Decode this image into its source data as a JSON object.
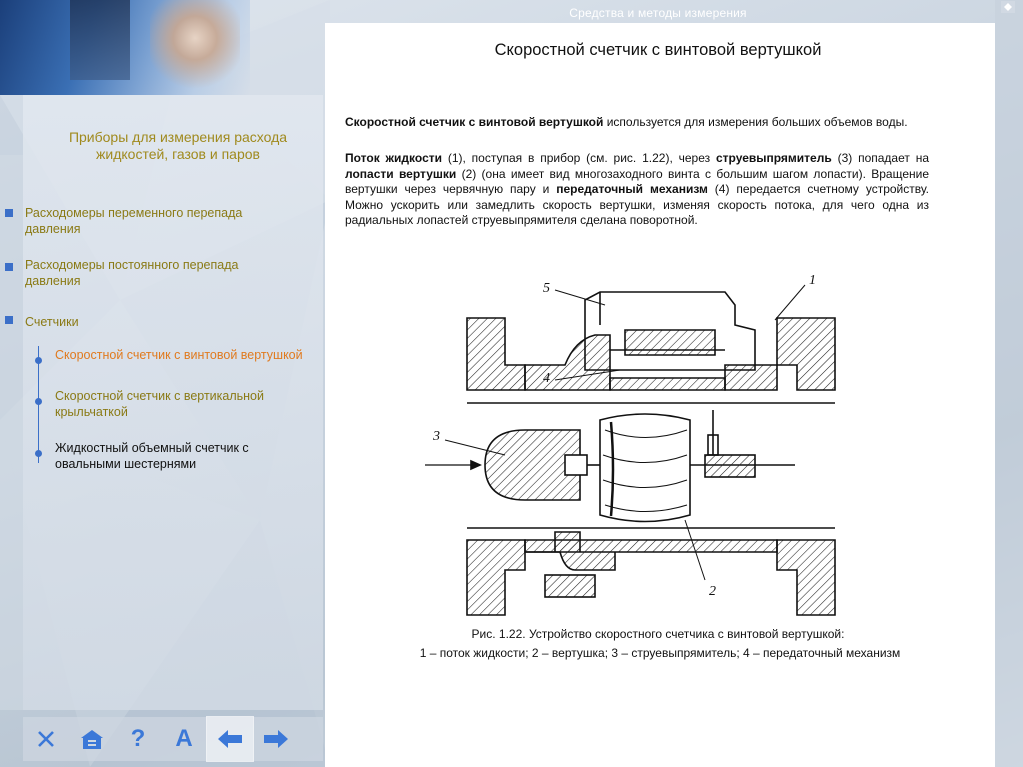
{
  "window": {
    "title": "Средства и методы измерения"
  },
  "sidebar": {
    "section_title": "Приборы для измерения расхода жидкостей, газов и паров",
    "items": [
      {
        "label": "Расходомеры переменного перепада давления"
      },
      {
        "label": "Расходомеры постоянного перепада давления"
      },
      {
        "label": "Счетчики"
      }
    ],
    "subitems": [
      {
        "label": "Скоростной счетчик с винтовой вертушкой",
        "state": "active",
        "color": "#e07a1f"
      },
      {
        "label": "Скоростной счетчик с вертикальной крыльчаткой",
        "color": "#8a7a15"
      },
      {
        "label": "Жидкостный объемный счетчик с овальными шестернями",
        "color": "#111111"
      }
    ],
    "accent_color": "#3b6fc8"
  },
  "toolbar": {
    "buttons": [
      {
        "icon": "close-x-icon"
      },
      {
        "icon": "home-icon"
      },
      {
        "icon": "question-icon",
        "glyph": "?"
      },
      {
        "icon": "font-a-icon",
        "glyph": "A"
      },
      {
        "icon": "arrow-left-icon",
        "state": "active"
      },
      {
        "icon": "arrow-right-icon"
      }
    ]
  },
  "content": {
    "heading": "Скоростной счетчик с винтовой вертушкой",
    "paragraph1": {
      "bold": "Скоростной счетчик с винтовой вертушкой",
      "text": " используется для измерения больших объемов воды."
    },
    "paragraph2": {
      "b1": "Поток жидкости",
      "t1": " (1), поступая в прибор (см. рис. 1.22), через ",
      "b2": "струевыпрямитель",
      "t2": " (3) попадает на ",
      "b3": "лопасти вертушки",
      "t3": " (2) (она имеет вид многозаходного винта с большим шагом лопасти). Вращение вертушки через червячную пару и ",
      "b4": "передаточный механизм",
      "t4": " (4) передается счетному устройству. Можно ускорить или замедлить скорость вертушки, изменяя скорость потока, для чего одна из радиальных лопастей струевыпрямителя сделана поворотной."
    },
    "figure": {
      "labels": [
        "1",
        "2",
        "3",
        "4",
        "5"
      ]
    },
    "caption_line1": "Рис. 1.22. Устройство скоростного счетчика с винтовой вертушкой:",
    "caption_line2": "1 – поток жидкости; 2 – вертушка; 3 – струевыпрямитель; 4 – передаточный механизм"
  }
}
